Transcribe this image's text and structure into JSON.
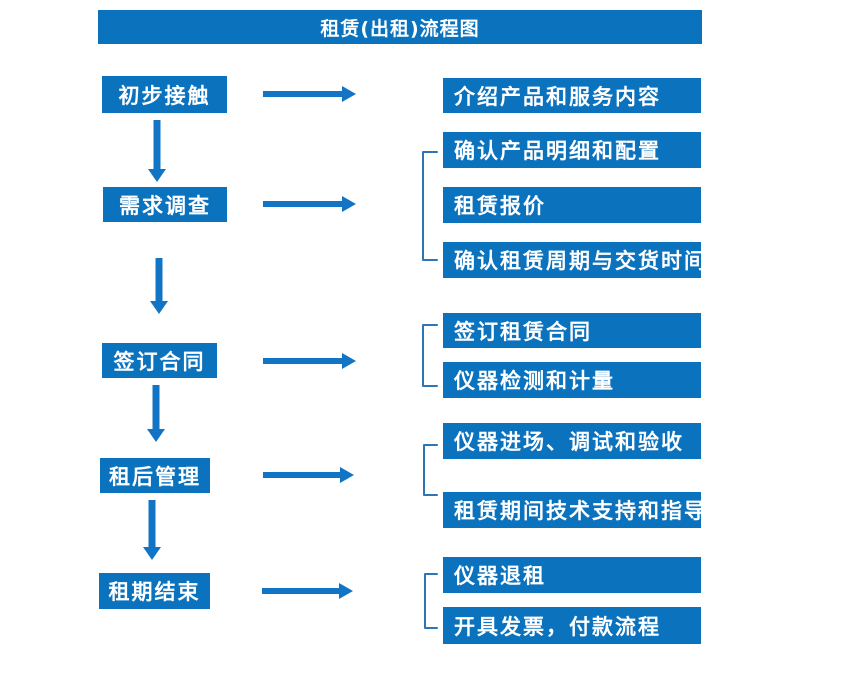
{
  "title": "租赁(出租)流程图",
  "colors": {
    "box_blue": "#0b72be",
    "arrow_blue": "#1274c5",
    "bracket_blue": "#2e75b6",
    "text_white": "#ffffff",
    "background": "#ffffff"
  },
  "stages": [
    {
      "label": "初步接触",
      "outputs": [
        "介绍产品和服务内容"
      ]
    },
    {
      "label": "需求调查",
      "outputs": [
        "确认产品明细和配置",
        "租赁报价",
        "确认租赁周期与交货时间"
      ]
    },
    {
      "label": "签订合同",
      "outputs": [
        "签订租赁合同",
        "仪器检测和计量"
      ]
    },
    {
      "label": "租后管理",
      "outputs": [
        "仪器进场、调试和验收",
        "租赁期间技术支持和指导"
      ]
    },
    {
      "label": "租期结束",
      "outputs": [
        "仪器退租",
        "开具发票，付款流程"
      ]
    }
  ]
}
